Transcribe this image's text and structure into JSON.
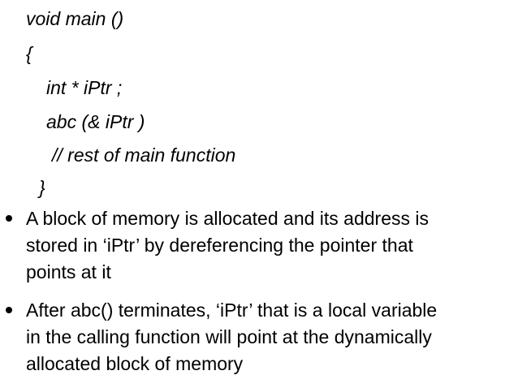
{
  "code": {
    "lines": [
      "void main ()",
      "{",
      "int * iPtr ;",
      "abc (& iPtr )",
      "// rest of main function",
      "}"
    ]
  },
  "bullets": [
    {
      "lines": [
        "A block of memory is allocated and its address is",
        "stored in ‘iPtr’ by dereferencing the pointer that",
        "points at it"
      ]
    },
    {
      "lines": [
        "After abc() terminates, ‘iPtr’ that is a local variable",
        "in the calling function will point at the dynamically",
        "allocated block of memory"
      ]
    }
  ]
}
